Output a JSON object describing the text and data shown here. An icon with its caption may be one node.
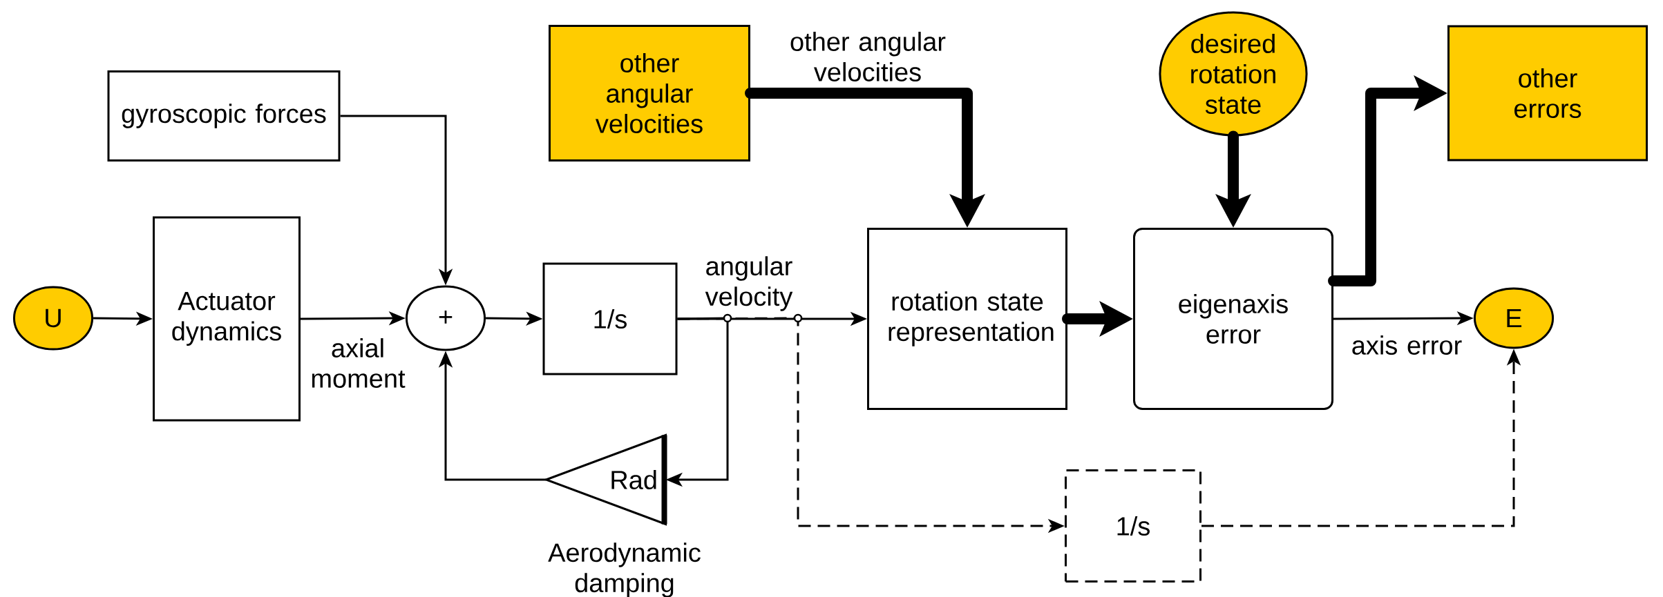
{
  "diagram": {
    "nodes": [
      {
        "text": [
          "U"
        ]
      },
      {
        "text": [
          "gyroscopic forces"
        ]
      },
      {
        "text": [
          "Actuator dynamics"
        ]
      },
      {
        "text": [
          "+"
        ]
      },
      {
        "text": [
          "1/s"
        ]
      },
      {
        "text": [
          "other angular velocities"
        ]
      },
      {
        "text": [
          "rotation state representation"
        ]
      },
      {
        "text": [
          "desired rotation state"
        ]
      },
      {
        "text": [
          "eigenaxis error"
        ]
      },
      {
        "text": [
          "other errors"
        ]
      },
      {
        "text": [
          "E"
        ]
      },
      {
        "text": [
          "Rad"
        ],
        "beside": [
          "Aerodynamic damping"
        ]
      },
      {
        "text": [
          "1/s"
        ]
      }
    ],
    "edges": [
      {
        "from": 0,
        "to": 2,
        "arrow": "to"
      },
      {
        "from": 2,
        "to": 3,
        "arrow": "to",
        "label": "axial moment"
      },
      {
        "from": 1,
        "to": 3,
        "arrow": "to"
      },
      {
        "from": 3,
        "to": 4,
        "arrow": "to"
      },
      {
        "from": 4,
        "to": 6,
        "arrow": "to",
        "label": "angular velocity"
      },
      {
        "from": 4,
        "to": 11,
        "arrow": "to"
      },
      {
        "from": 11,
        "to": 3,
        "arrow": "to"
      },
      {
        "from": 4,
        "to": 12,
        "arrow": "to",
        "style": "dashed"
      },
      {
        "from": 5,
        "to": 6,
        "arrow": "to",
        "style": "thick",
        "label": "other angular velocities"
      },
      {
        "from": 7,
        "to": 8,
        "arrow": "to",
        "style": "thick"
      },
      {
        "from": 6,
        "to": 8,
        "arrow": "to",
        "style": "thick"
      },
      {
        "from": 8,
        "to": 9,
        "arrow": "to",
        "style": "thick"
      },
      {
        "from": 8,
        "to": 10,
        "arrow": "to",
        "label": "axis error"
      },
      {
        "from": 12,
        "to": 10,
        "arrow": "to",
        "style": "dashed"
      }
    ]
  }
}
